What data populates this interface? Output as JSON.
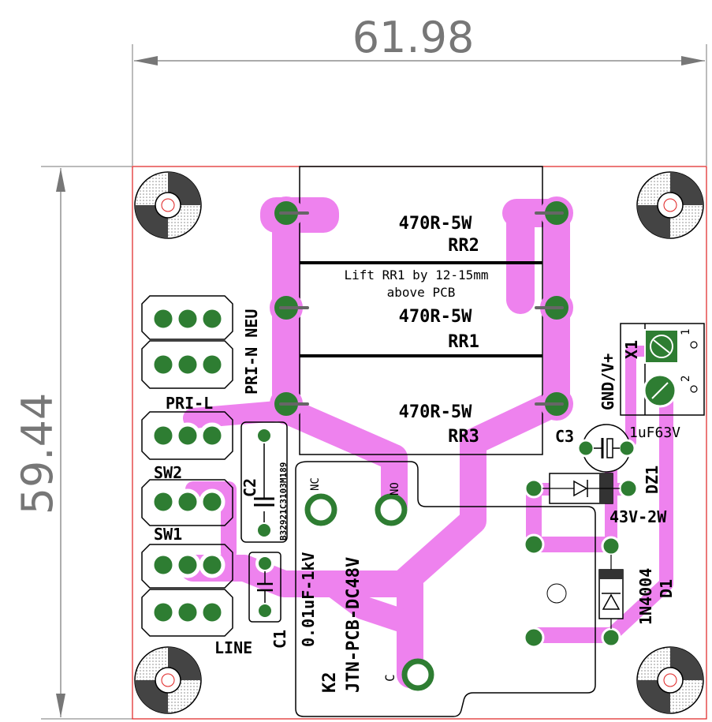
{
  "dimensions": {
    "width": "61.98",
    "height": "59.44"
  },
  "resistors": [
    {
      "value": "470R-5W",
      "ref": "RR2"
    },
    {
      "value": "470R-5W",
      "ref": "RR1"
    },
    {
      "value": "470R-5W",
      "ref": "RR3"
    }
  ],
  "note": {
    "line1": "Lift RR1 by 12-15mm",
    "line2": "above PCB"
  },
  "headers": {
    "pri_n_neu": "PRI-N NEU",
    "pri_l": "PRI-L",
    "sw2": "SW2",
    "sw1": "SW1",
    "line": "LINE"
  },
  "c2": {
    "ref": "C2",
    "part": "B32921C3103M189"
  },
  "c1": {
    "ref": "C1",
    "value": "0.01uF-1kV"
  },
  "relay": {
    "ref": "K2",
    "part": "JTN-PCB-DC48V",
    "nc": "NC",
    "no": "NO",
    "com": "C"
  },
  "x1": {
    "ref": "X1",
    "label": "GND/V+",
    "pin1": "1",
    "pin2": "2"
  },
  "c3": {
    "ref": "C3",
    "value": "1uF63V"
  },
  "dz1": {
    "ref": "DZ1",
    "value": "43V-2W"
  },
  "d1": {
    "ref": "D1",
    "value": "1N4004"
  },
  "colors": {
    "copper": "#ee82ee",
    "pad": "#2e7d32",
    "outline": "#e02020",
    "silk": "#000000",
    "dim": "#777777"
  }
}
